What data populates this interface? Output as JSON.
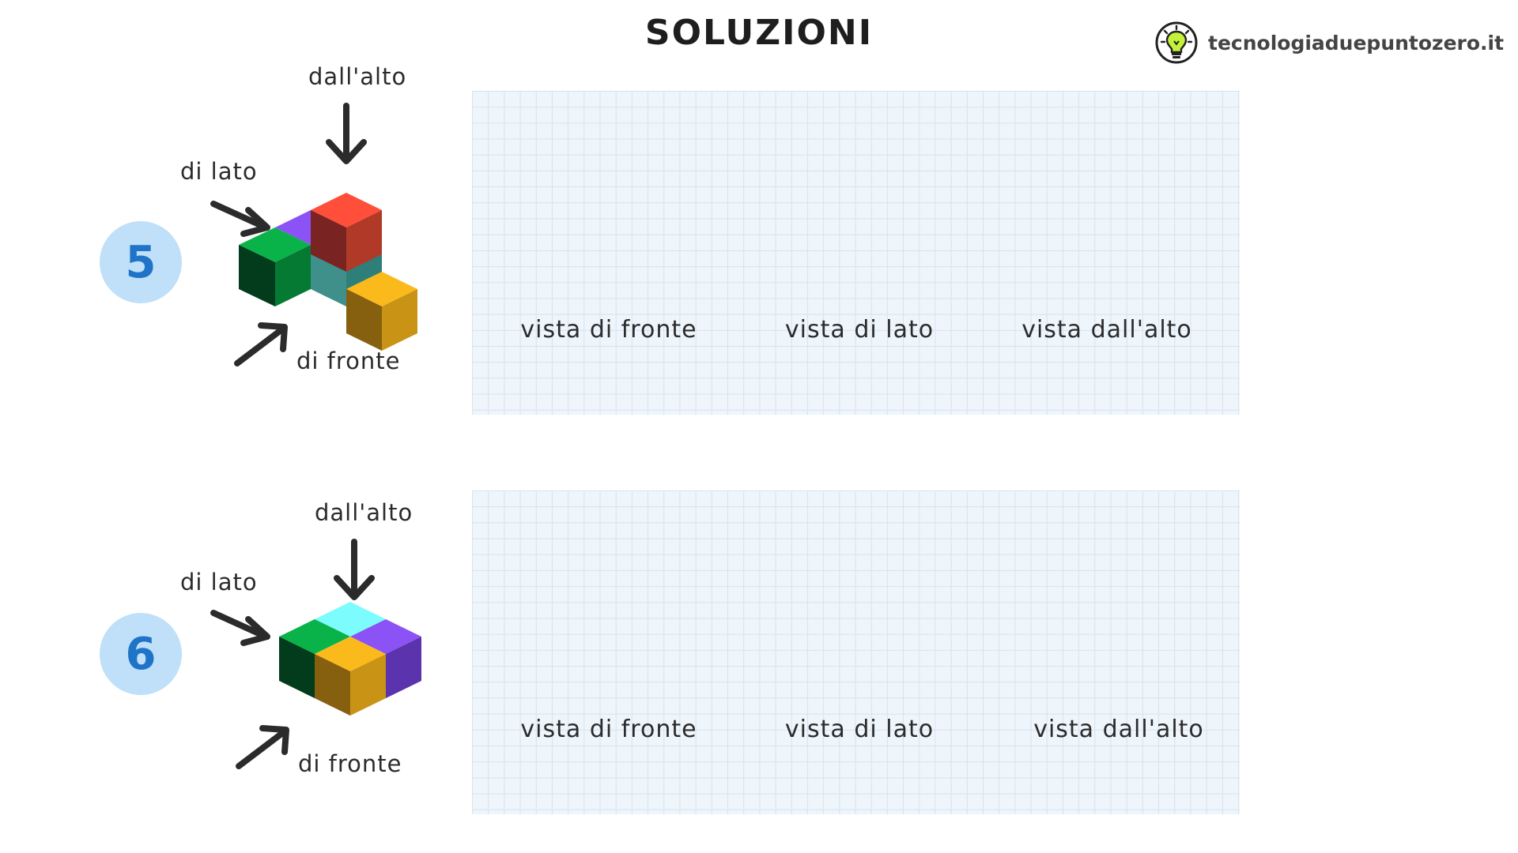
{
  "header": {
    "title": "SOLUZIONI",
    "brand_name": "tecnologiaduepuntozero.it",
    "brand_icon": "lightbulb-icon"
  },
  "labels": {
    "top": "dall'alto",
    "side": "di lato",
    "front": "di fronte"
  },
  "views": {
    "front": "vista di fronte",
    "side": "vista di lato",
    "top": "vista dall'alto"
  },
  "exercises": [
    {
      "number": "5"
    },
    {
      "number": "6"
    }
  ],
  "colors": {
    "badge_bg": "#bfe0f8",
    "badge_text": "#1f74c8",
    "grid_bg": "#eef5fb",
    "grid_line": "#d7e3ef",
    "arrow": "#2b2b2b"
  }
}
